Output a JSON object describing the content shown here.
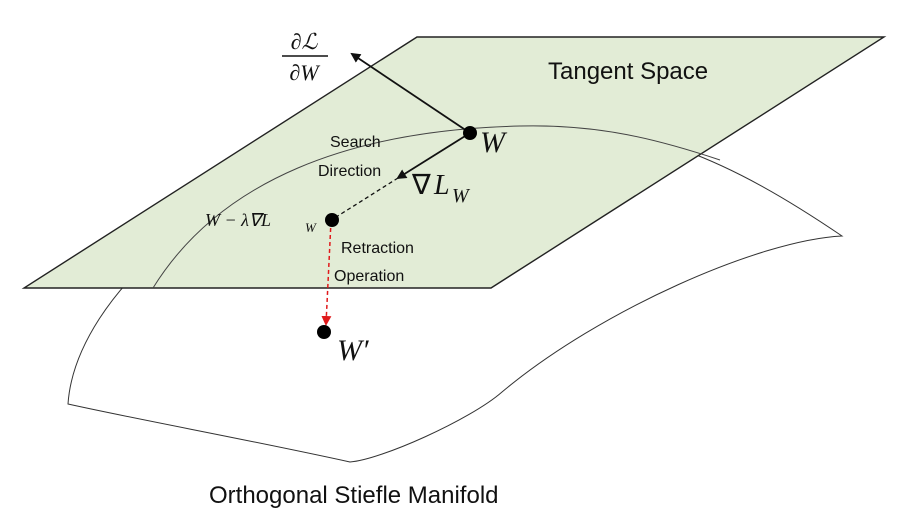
{
  "tangent_space_label": "Tangent Space",
  "manifold_label": "Orthogonal Stiefle Manifold",
  "search_direction": [
    "Search",
    "Direction"
  ],
  "retraction_operation": [
    "Retraction",
    "Operation"
  ],
  "partial_numerator": "∂ℒ",
  "partial_denominator": "∂W",
  "point_w": "W",
  "grad_nabla": "∇",
  "grad_L": "L",
  "grad_sub": "W",
  "step_expr": "W − λ∇L",
  "step_sub": "W",
  "point_w_prime": "W′",
  "colors": {
    "tangent_fill": "#e2ecd6",
    "outline": "#222222",
    "retraction_arrow": "#e0191b"
  }
}
